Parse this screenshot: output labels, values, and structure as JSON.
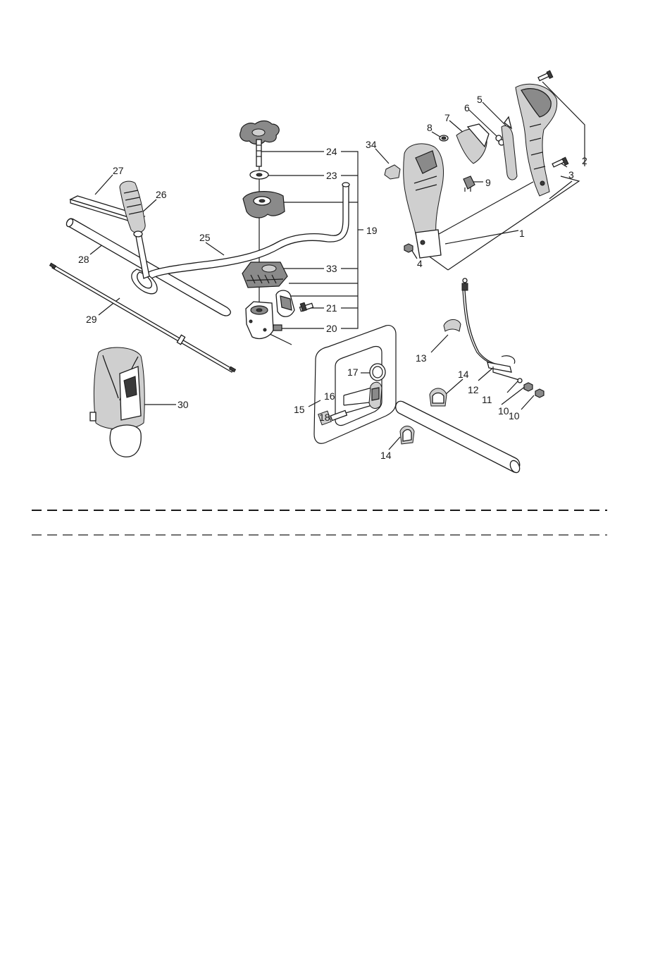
{
  "diagram": {
    "callouts": {
      "p1": "1",
      "p2": "2",
      "p3": "3",
      "p4": "4",
      "p5": "5",
      "p6": "6",
      "p7": "7",
      "p8": "8",
      "p9": "9",
      "p10a": "10",
      "p10b": "10",
      "p11": "11",
      "p12": "12",
      "p13": "13",
      "p14a": "14",
      "p14b": "14",
      "p15": "15",
      "p16": "16",
      "p17": "17",
      "p18": "18",
      "p19": "19",
      "p20": "20",
      "p21": "21",
      "p23": "23",
      "p24": "24",
      "p25": "25",
      "p26": "26",
      "p27": "27",
      "p28": "28",
      "p29": "29",
      "p30": "30",
      "p33": "33",
      "p34": "34"
    }
  }
}
